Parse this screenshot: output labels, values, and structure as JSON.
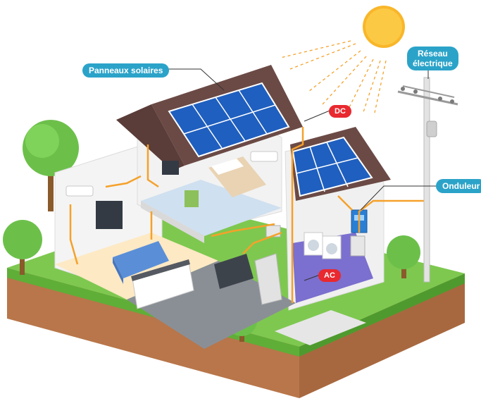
{
  "labels": {
    "panels": "Panneaux solaires",
    "grid_line1": "Réseau",
    "grid_line2": "électrique",
    "inverter": "Onduleur",
    "dc": "DC",
    "ac": "AC"
  },
  "colors": {
    "label_bg": "#2ba3c9",
    "badge_red": "#e8292f",
    "wire": "#f5a12a",
    "solar_panel": "#1f5fbf",
    "roof": "#6b4a45",
    "grass": "#7ec850",
    "soil": "#c98a5a",
    "sun": "#f9b62a"
  },
  "icons": [
    "sun-icon",
    "solar-panel-icon",
    "utility-pole-icon",
    "inverter-icon",
    "tree-icon",
    "sofa-icon",
    "tv-icon",
    "bed-icon",
    "stove-icon",
    "fridge-icon",
    "washing-machine-icon",
    "air-conditioner-icon"
  ]
}
